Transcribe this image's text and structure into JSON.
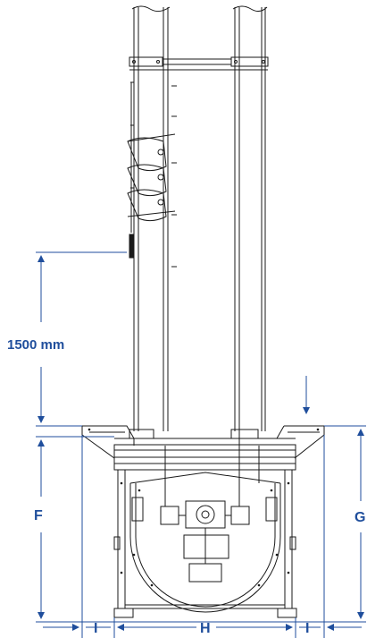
{
  "labels": {
    "height_1500": "1500 mm",
    "dim_f": "F",
    "dim_g": "G",
    "dim_h": "H",
    "dim_i_left": "I",
    "dim_i_right": "I"
  },
  "colors": {
    "drawing_line": "#1a1a1a",
    "dimension_blue": "#1f4e9c",
    "background": "#ffffff"
  }
}
